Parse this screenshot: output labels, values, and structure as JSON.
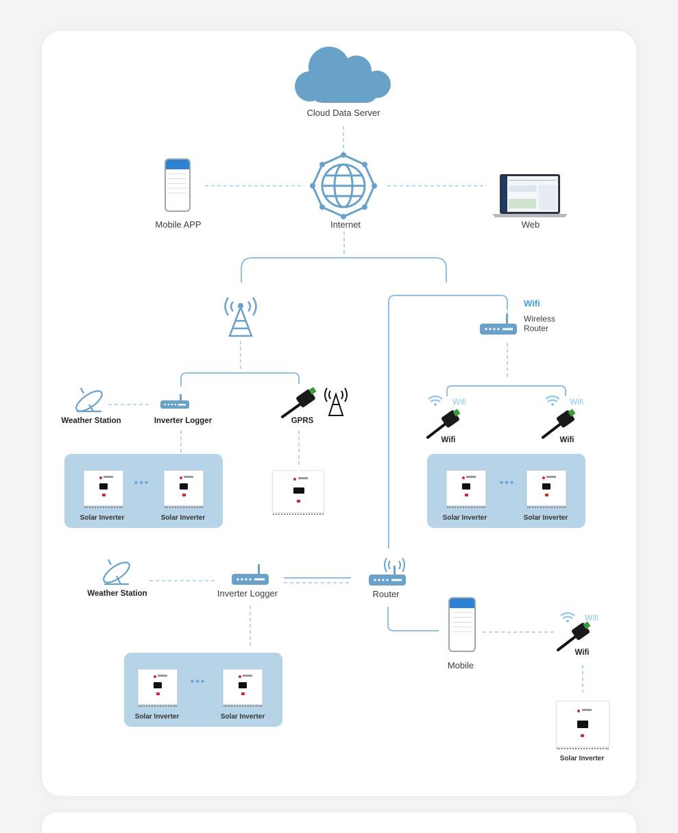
{
  "nodes": {
    "cloud": "Cloud Data Server",
    "mobile_app": "Mobile APP",
    "internet": "Internet",
    "web": "Web",
    "wifi_header": "Wifi",
    "wireless_router_line1": "Wireless",
    "wireless_router_line2": "Router",
    "weather_station": "Weather Station",
    "inverter_logger": "Inverter Logger",
    "gprs": "GPRS",
    "wifi": "Wifi",
    "solar_inverter": "Solar Inverter",
    "router": "Router",
    "mobile": "Mobile"
  },
  "colors": {
    "line": "#8fc0e4",
    "icon": "#6aa1c9",
    "panel": "#b7d3e7",
    "wifi_accent": "#38a3dc"
  }
}
